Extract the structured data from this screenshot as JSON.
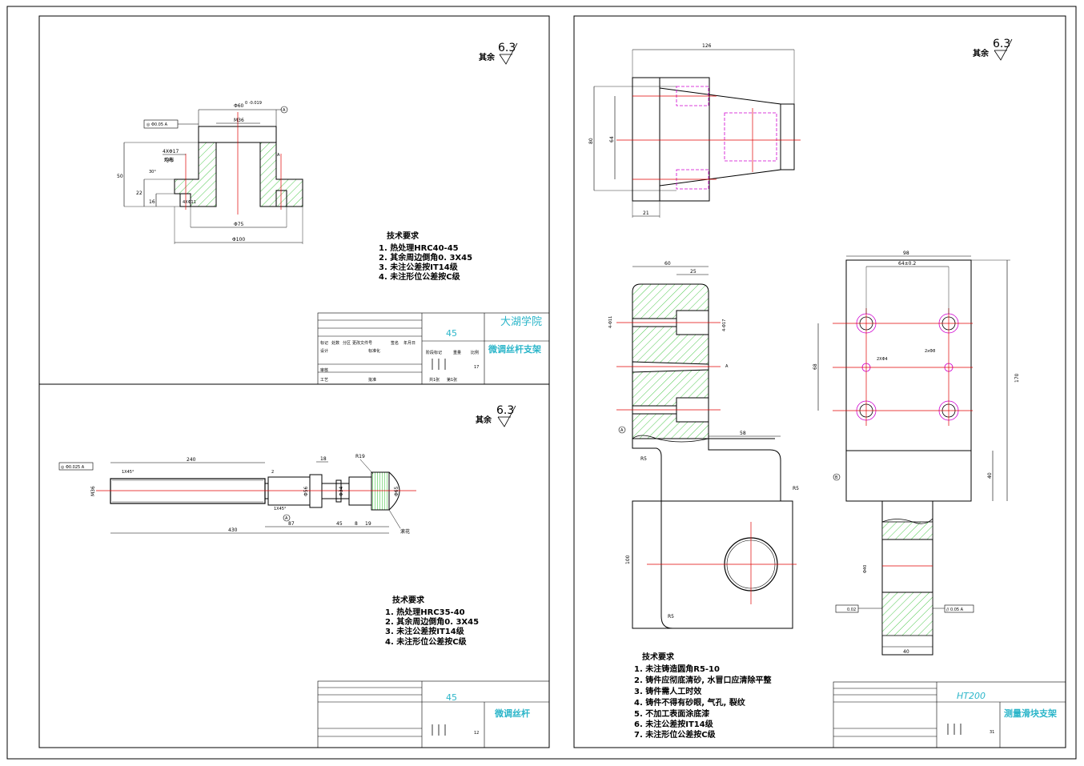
{
  "colors": {
    "outline": "#000000",
    "centerline": "#e00000",
    "hidden": "#d000d0",
    "hatch": "#4fc94f",
    "title": "#2ab5c9"
  },
  "roughness": {
    "sheet1": {
      "prefix": "其余",
      "value": "6.3"
    },
    "sheet2": {
      "prefix": "其余",
      "value": "6.3"
    },
    "sheet3": {
      "prefix": "其余",
      "value": "6.3"
    }
  },
  "sheet1": {
    "requirements_title": "技术要求",
    "requirements": [
      "1. 热处理HRC40-45",
      "2. 其余周边倒角0. 3X45",
      "3. 未注公差按IT14级",
      "4. 未注形位公差按C级"
    ],
    "dimensions": {
      "d60": "Φ60",
      "tol60": "0 -0.019",
      "m36": "M36",
      "d75": "Φ75",
      "d100": "Φ100",
      "h50": "50",
      "h22": "22",
      "h16": "16",
      "holes": "4XΦ17",
      "holes_note": "均布",
      "holes2": "4XΦ11",
      "tolerance_frame": "◎ Φ0.05 A",
      "datum": "A",
      "chamfer": "30°"
    },
    "title_block": {
      "material": "45",
      "school": "大湖学院",
      "part_name": "微调丝杆支架",
      "drawing_no": "17",
      "labels": [
        "标记",
        "处数",
        "分区",
        "更改文件号",
        "签名",
        "年月日",
        "设计",
        "标准化",
        "阶段标记",
        "重量",
        "比例",
        "审核",
        "工艺",
        "批准",
        "共1张",
        "第1张"
      ]
    }
  },
  "sheet2": {
    "requirements_title": "技术要求",
    "requirements": [
      "1. 热处理HRC35-40",
      "2. 其余周边倒角0. 3X45",
      "3. 未注公差按IT14级",
      "4. 未注形位公差按C级"
    ],
    "dimensions": {
      "len240": "240",
      "len430": "430",
      "len87": "87",
      "len45": "45",
      "len8": "8",
      "len19": "19",
      "len18": "18",
      "len2": "2",
      "chamfer1": "1X45°",
      "chamfer2": "1X45°",
      "m36": "M36",
      "d56": "Φ56",
      "d34": "Φ34",
      "d65": "Φ65",
      "r19": "R19",
      "knurl": "滚花",
      "tolerance_frame": "◎ Φ0.025 A",
      "datum": "A"
    },
    "title_block": {
      "material": "45",
      "part_name": "微调丝杆",
      "drawing_no": "12"
    }
  },
  "sheet3": {
    "requirements_title": "技术要求",
    "requirements": [
      "1. 未注铸造圆角R5-10",
      "2. 铸件应彻底清砂, 水冒口应清除平整",
      "3. 铸件需人工时效",
      "4. 铸件不得有砂眼, 气孔, 裂纹",
      "5. 不加工表面涂底漆",
      "6. 未注公差按IT14级",
      "7. 未注形位公差按C级"
    ],
    "dimensions": {
      "w126": "126",
      "h80": "80",
      "h64": "64",
      "w21": "21",
      "w60": "60",
      "w25": "25",
      "w58": "58",
      "h100": "100",
      "r5a": "R5",
      "r5b": "R5",
      "r5c": "R5",
      "w98": "98",
      "w64": "64±0.2",
      "h170": "170",
      "h68": "68",
      "h40": "40",
      "w40": "40",
      "holes_a": "2XΦ4",
      "holes_b": "2xΦ8",
      "d11": "4-Φ11",
      "d17": "4-Φ17",
      "bore": "Φ40",
      "tol_flat": "0.02",
      "tol_par": "// 0.05 A",
      "datum": "A",
      "datum_b": "B"
    },
    "title_block": {
      "material": "HT200",
      "part_name": "测量滑块支架",
      "drawing_no": "31"
    }
  }
}
